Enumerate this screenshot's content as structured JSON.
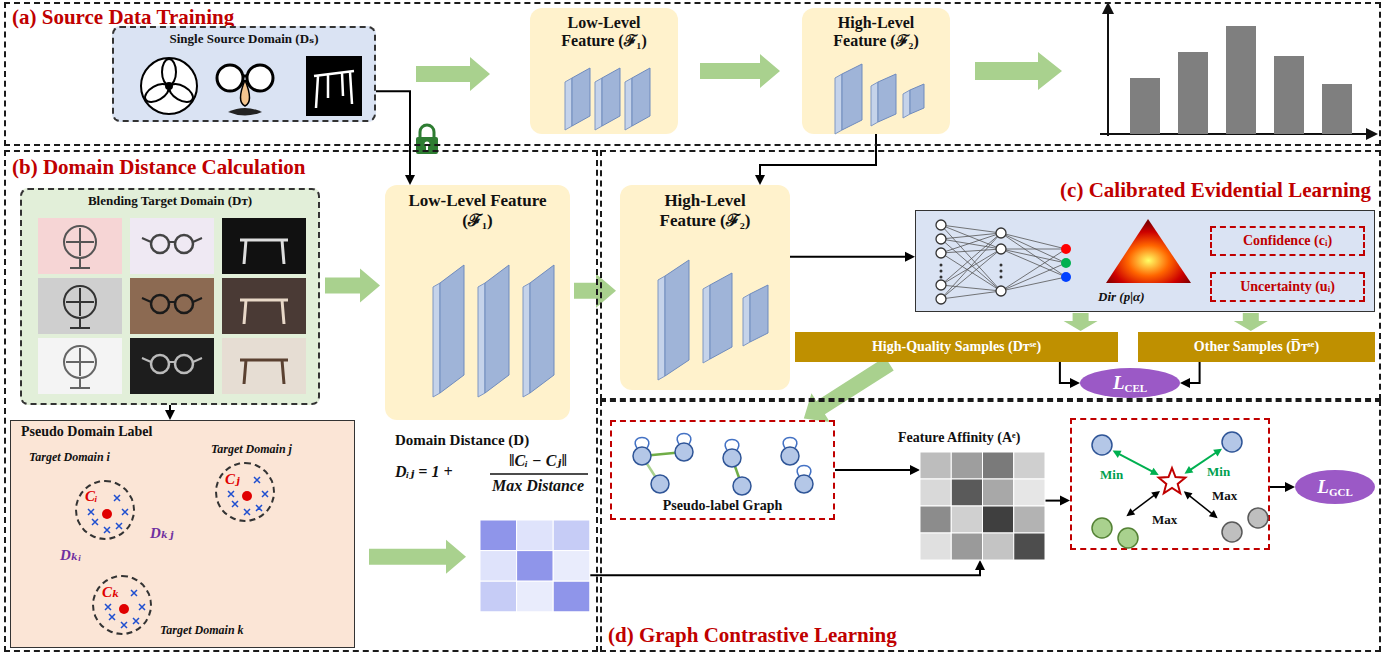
{
  "diagram": {
    "nodes": [
      {
        "text": [
          "(a) Source Data Training"
        ]
      },
      {
        "text": [
          "Single Source Domain (Dₛ)"
        ],
        "in": 0
      },
      {
        "text": [
          "Low-Level Feature (ℱ₁)"
        ],
        "in": 0
      },
      {
        "text": [
          "High-Level Feature (ℱ₂)"
        ],
        "in": 0
      },
      {
        "text": [
          "(b) Domain Distance Calculation"
        ]
      },
      {
        "text": [
          "Blending Target Domain (Dᴛ)"
        ],
        "in": 4
      },
      {
        "text": [
          "Pseudo Domain Label"
        ],
        "in": 4
      },
      {
        "text": [
          "Cᵢ",
          "Target Domain i"
        ],
        "in": 6
      },
      {
        "text": [
          "Cⱼ",
          "Target Domain j"
        ],
        "in": 6
      },
      {
        "text": [
          "Cₖ",
          "Target Domain k"
        ],
        "in": 6
      },
      {
        "text": [
          "Low-Level Feature (ℱ₁)"
        ],
        "in": 4
      },
      {
        "text": [
          "Domain Distance (D)"
        ],
        "in": 4
      },
      {
        "text": [
          "(c) Calibrated Evidential Learning"
        ]
      },
      {
        "text": [
          "High-Level Feature (ℱ₂)"
        ],
        "in": 12
      },
      {
        "text": [
          "Dir (p|α)"
        ],
        "in": 12
      },
      {
        "text": [
          "Confidence (cᵢ)"
        ],
        "in": 14
      },
      {
        "text": [
          "Uncertainty (uᵢ)"
        ],
        "in": 14
      },
      {
        "text": [
          "High-Quality Samples (Dᴛˢᵉ)"
        ],
        "in": 12
      },
      {
        "text": [
          "Other Samples (D̅ᴛˢᵉ)"
        ],
        "in": 12
      },
      {
        "text": [
          "L",
          "CEL"
        ],
        "in": 12
      },
      {
        "text": [
          "(d) Graph Contrastive Learning"
        ]
      },
      {
        "text": [
          "Pseudo-label Graph"
        ],
        "in": 20
      },
      {
        "text": [
          "Feature Affinity (Aᵉ)"
        ],
        "in": 20
      },
      {
        "text": [
          "Min",
          "Min",
          "Max",
          "Max"
        ],
        "in": 20
      },
      {
        "text": [
          "L",
          "GCL"
        ],
        "in": 20
      }
    ],
    "edges": [
      {
        "from": 1,
        "to": 2,
        "arrow": "to"
      },
      {
        "from": 2,
        "to": 3,
        "arrow": "to"
      },
      {
        "from": 1,
        "to": 10,
        "arrow": "to"
      },
      {
        "from": 3,
        "to": 13,
        "arrow": "to"
      },
      {
        "from": 5,
        "to": 10,
        "arrow": "to"
      },
      {
        "from": 5,
        "to": 6,
        "arrow": "to"
      },
      {
        "from": 10,
        "to": 13,
        "arrow": "to"
      },
      {
        "from": 6,
        "to": 11,
        "arrow": "to"
      },
      {
        "from": 13,
        "to": 14,
        "arrow": "to"
      },
      {
        "from": 14,
        "to": 17,
        "arrow": "to"
      },
      {
        "from": 14,
        "to": 18,
        "arrow": "to"
      },
      {
        "from": 17,
        "to": 19,
        "arrow": "to"
      },
      {
        "from": 18,
        "to": 19,
        "arrow": "to"
      },
      {
        "from": 17,
        "to": 21,
        "arrow": "to"
      },
      {
        "from": 11,
        "to": 22,
        "arrow": "to"
      },
      {
        "from": 21,
        "to": 22,
        "arrow": "to"
      },
      {
        "from": 22,
        "to": 23,
        "arrow": "to"
      },
      {
        "from": 23,
        "to": 24,
        "arrow": "to"
      },
      {
        "from": 9,
        "to": 7,
        "label": "Dₖᵢ",
        "arrow": "both"
      },
      {
        "from": 9,
        "to": 8,
        "label": "Dₖⱼ",
        "arrow": "both"
      }
    ],
    "labels": [
      "Dᵢⱼ = 1 +",
      "‖Cᵢ − Cⱼ‖",
      "Max Distance"
    ]
  }
}
